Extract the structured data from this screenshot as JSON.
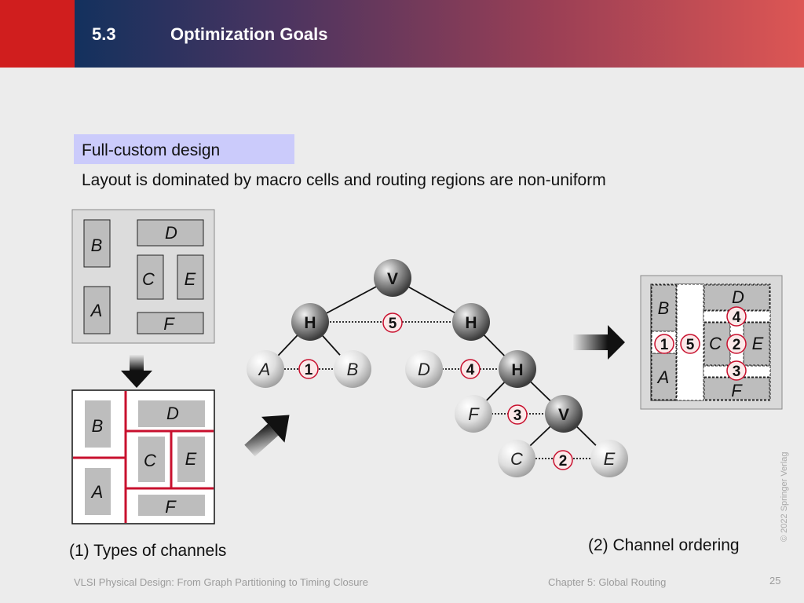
{
  "header": {
    "section_number": "5.3",
    "section_title": "Optimization Goals"
  },
  "badge": "Full-custom design",
  "subtitle": "Layout is dominated by macro cells and routing regions are non-uniform",
  "blocks": {
    "A": "A",
    "B": "B",
    "C": "C",
    "D": "D",
    "E": "E",
    "F": "F"
  },
  "tree_nodes": {
    "root_v": "V",
    "h_left": "H",
    "h_right": "H",
    "h_inner": "H",
    "v_inner": "V"
  },
  "channel_numbers": [
    "1",
    "2",
    "3",
    "4",
    "5"
  ],
  "captions": {
    "types_of_channels": "(1) Types of channels",
    "channel_ordering": "(2) Channel ordering"
  },
  "footer": {
    "book_title": "VLSI Physical Design: From Graph Partitioning to Timing Closure",
    "chapter": "Chapter 5: Global Routing",
    "page": "25",
    "copyright": "© 2022 Springer Verlag"
  },
  "colors": {
    "header_red": "#d01e1e",
    "header_navy": "#13315e",
    "channel_red": "#c8102e",
    "badge_bg": "#cbcbfb"
  }
}
